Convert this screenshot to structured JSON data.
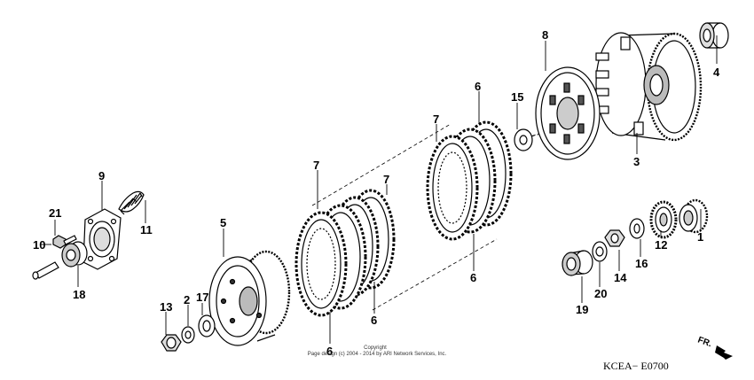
{
  "diagram": {
    "callouts": [
      {
        "id": "1",
        "label": "1"
      },
      {
        "id": "2",
        "label": "2"
      },
      {
        "id": "3",
        "label": "3"
      },
      {
        "id": "4",
        "label": "4"
      },
      {
        "id": "5",
        "label": "5"
      },
      {
        "id": "6a",
        "label": "6"
      },
      {
        "id": "6b",
        "label": "6"
      },
      {
        "id": "6c",
        "label": "6"
      },
      {
        "id": "6d",
        "label": "6"
      },
      {
        "id": "7a",
        "label": "7"
      },
      {
        "id": "7b",
        "label": "7"
      },
      {
        "id": "7c",
        "label": "7"
      },
      {
        "id": "8",
        "label": "8"
      },
      {
        "id": "9",
        "label": "9"
      },
      {
        "id": "10",
        "label": "10"
      },
      {
        "id": "11",
        "label": "11"
      },
      {
        "id": "12",
        "label": "12"
      },
      {
        "id": "13",
        "label": "13"
      },
      {
        "id": "14",
        "label": "14"
      },
      {
        "id": "15",
        "label": "15"
      },
      {
        "id": "16",
        "label": "16"
      },
      {
        "id": "17",
        "label": "17"
      },
      {
        "id": "18",
        "label": "18"
      },
      {
        "id": "19",
        "label": "19"
      },
      {
        "id": "20",
        "label": "20"
      },
      {
        "id": "21",
        "label": "21"
      }
    ],
    "copyright_line1": "Copyright",
    "copyright_line2": "Page design (c) 2004 - 2014 by ARI Network Services, Inc.",
    "diagram_code": "KCEA− E0700",
    "front_marker": "FR."
  }
}
